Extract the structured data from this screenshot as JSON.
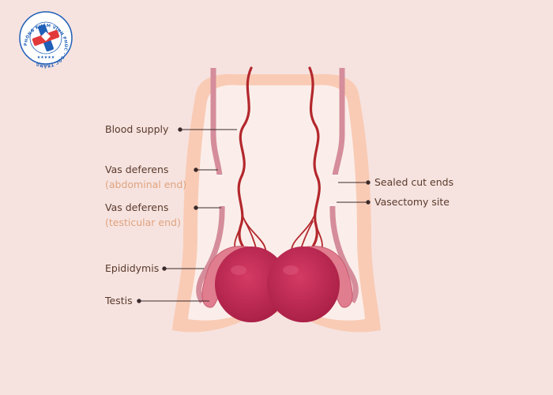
{
  "logo": {
    "text": "PHÒNG KHÁM VĨNH PHÚC - SÓC TRĂNG",
    "stars": "★★★★★",
    "colors": {
      "blue": "#1f5fb8",
      "red": "#e23a3a"
    }
  },
  "labels": {
    "blood_supply": "Blood supply",
    "vas_deferens_1": "Vas deferens",
    "abdominal_end": "(abdominal end)",
    "vas_deferens_2": "Vas deferens",
    "testicular_end": "(testicular end)",
    "epididymis": "Epididymis",
    "testis": "Testis",
    "sealed_cut_ends": "Sealed cut ends",
    "vasectomy_site": "Vasectomy site"
  },
  "colors": {
    "background": "#f6e3e0",
    "skin_outer": "#f9cbb5",
    "skin_inner": "#fbeeea",
    "vessel": "#b3282d",
    "vas": "#d58d9b",
    "testis": "#c02a53",
    "epididymis": "#e07d8e",
    "label_text": "#5a3a2a",
    "sub_text": "#e0a37e"
  }
}
